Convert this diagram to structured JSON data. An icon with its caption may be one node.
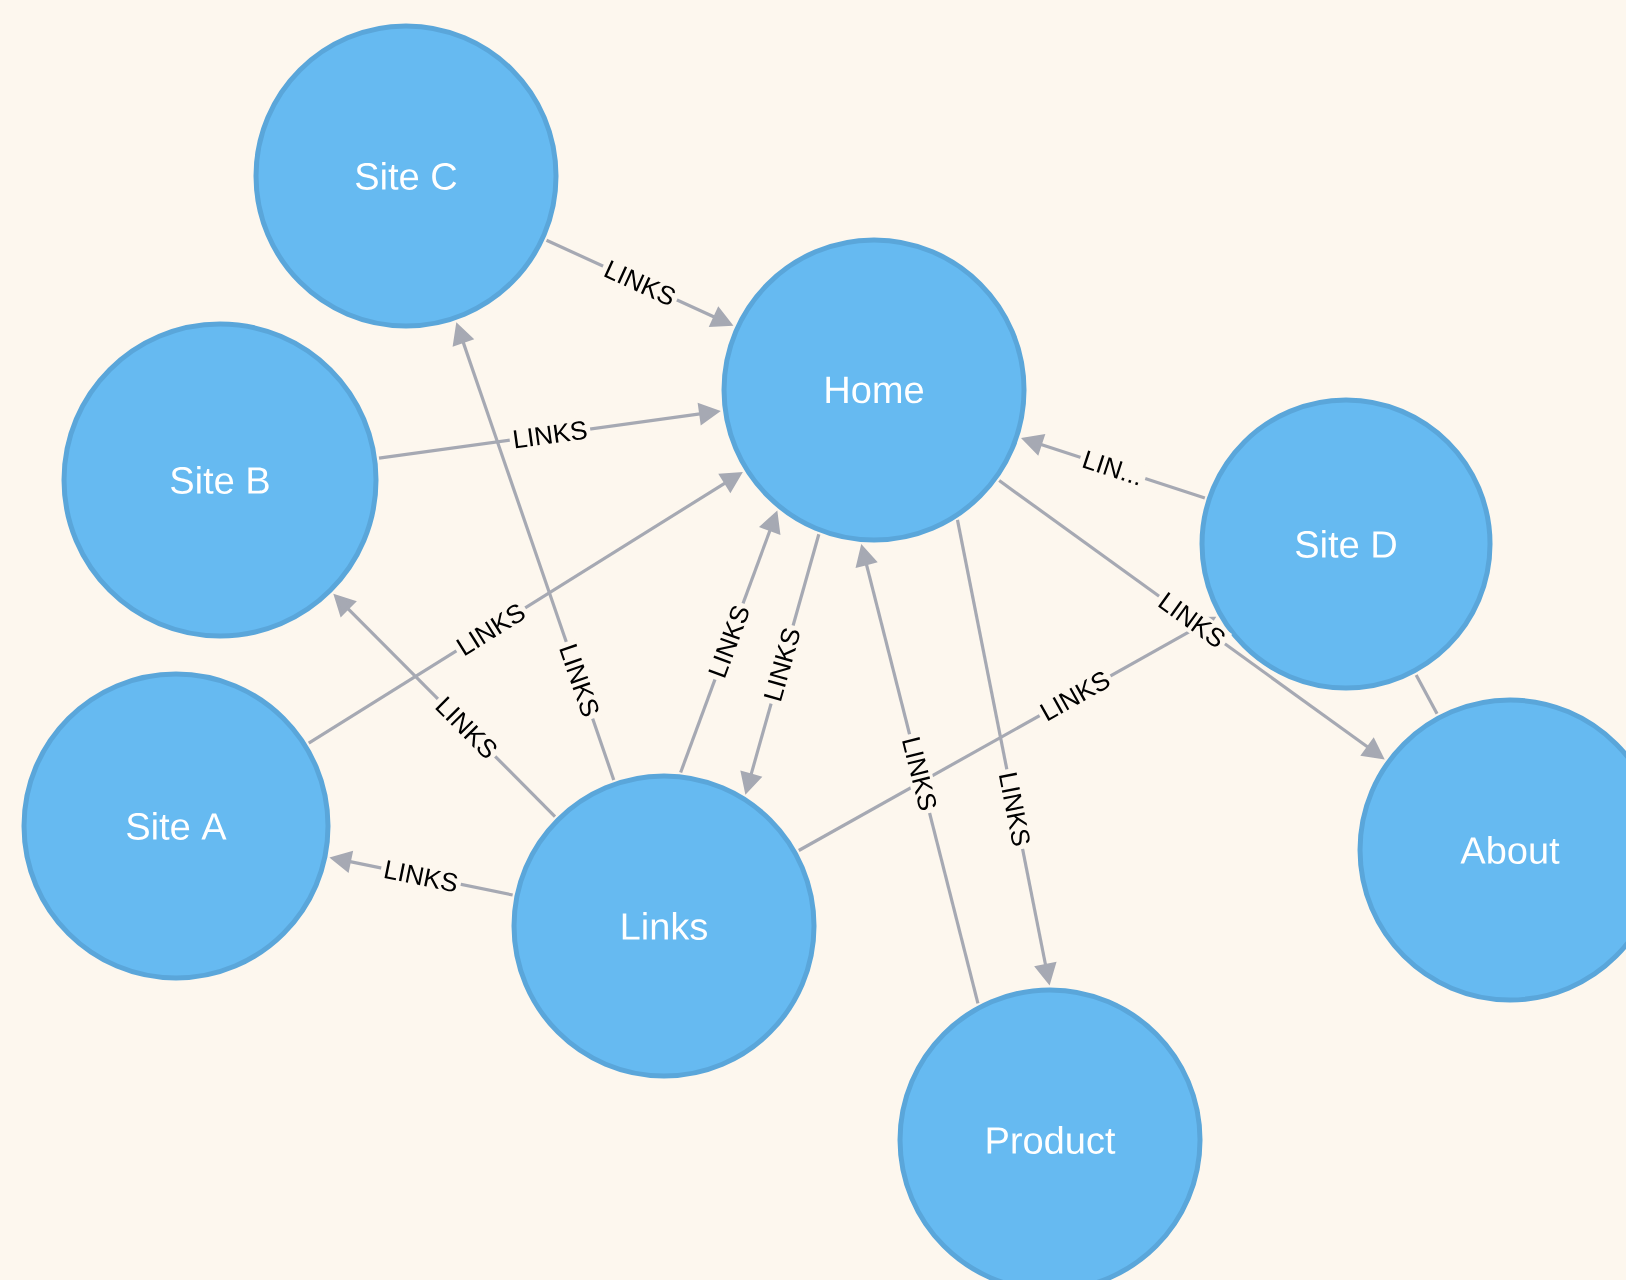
{
  "diagram": {
    "nodes": [
      {
        "text": [
          "Site C"
        ]
      },
      {
        "text": [
          "Home"
        ]
      },
      {
        "text": [
          "Site B"
        ]
      },
      {
        "text": [
          "Site D"
        ]
      },
      {
        "text": [
          "Site A"
        ]
      },
      {
        "text": [
          "Links"
        ]
      },
      {
        "text": [
          "About"
        ]
      },
      {
        "text": [
          "Product"
        ]
      }
    ],
    "edges": [
      {
        "from": 0,
        "to": 1,
        "arrow": "to",
        "label": "LINKS"
      },
      {
        "from": 2,
        "to": 1,
        "arrow": "to",
        "label": "LINKS"
      },
      {
        "from": 4,
        "to": 1,
        "arrow": "to",
        "label": "LINKS"
      },
      {
        "from": 5,
        "to": 0,
        "arrow": "to",
        "label": "LINKS"
      },
      {
        "from": 5,
        "to": 2,
        "arrow": "to",
        "label": "LINKS"
      },
      {
        "from": 5,
        "to": 4,
        "arrow": "to",
        "label": "LINKS"
      },
      {
        "from": 5,
        "to": 1,
        "arrow": "to",
        "label": "LINKS"
      },
      {
        "from": 1,
        "to": 5,
        "arrow": "to",
        "label": "LINKS"
      },
      {
        "from": 7,
        "to": 1,
        "arrow": "to",
        "label": "LINKS"
      },
      {
        "from": 1,
        "to": 7,
        "arrow": "to",
        "label": "LINKS"
      },
      {
        "from": 5,
        "to": 3,
        "arrow": "to",
        "label": "LINKS"
      },
      {
        "from": 1,
        "to": 6,
        "arrow": "to",
        "label": "LINKS"
      },
      {
        "from": 3,
        "to": 1,
        "arrow": "to",
        "label": "LIN..."
      },
      {
        "from": 3,
        "to": 6,
        "arrow": "none"
      }
    ]
  }
}
